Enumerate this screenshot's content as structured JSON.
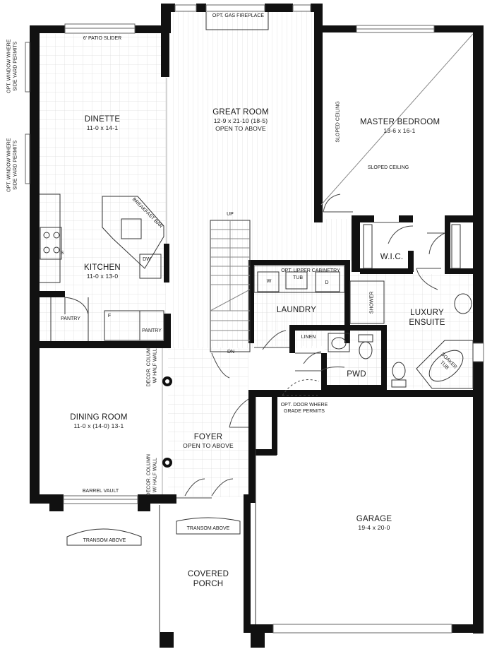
{
  "rooms": {
    "dinette": {
      "name": "DINETTE",
      "dim": "11-0 x 14-1"
    },
    "great": {
      "name": "GREAT ROOM",
      "dim": "12-9 x 21-10 (18-5)",
      "note": "OPEN TO ABOVE"
    },
    "master": {
      "name": "MASTER BEDROOM",
      "dim": "13-6 x 16-1"
    },
    "kitchen": {
      "name": "KITCHEN",
      "dim": "11-0 x 13-0"
    },
    "laundry": {
      "name": "LAUNDRY"
    },
    "wic": {
      "name": "W.I.C."
    },
    "ensuite": {
      "name1": "LUXURY",
      "name2": "ENSUITE"
    },
    "pwd": {
      "name": "PWD"
    },
    "dining": {
      "name": "DINING ROOM",
      "dim": "11-0 x (14-0) 13-1"
    },
    "foyer": {
      "name": "FOYER",
      "note": "OPEN TO ABOVE"
    },
    "garage": {
      "name": "GARAGE",
      "dim": "19-4 x 20-0"
    },
    "porch": {
      "name1": "COVERED",
      "name2": "PORCH"
    }
  },
  "notes": {
    "patio_slider": "6' PATIO SLIDER",
    "gas_fireplace": "OPT. GAS FIREPLACE",
    "sloped_ceiling_1": "SLOPED CEILING",
    "sloped_ceiling_2": "SLOPED CEILING",
    "opt_window_1a": "OPT. WINDOW WHERE",
    "opt_window_1b": "SIDE YARD PERMITS",
    "opt_window_2a": "OPT. WINDOW WHERE",
    "opt_window_2b": "SIDE YARD PERMITS",
    "breakfast_bar": "BREAKFAST BAR",
    "dw": "DW",
    "s": "S",
    "f": "F",
    "pantry_1": "PANTRY",
    "pantry_2": "PANTRY",
    "up": "UP",
    "dn": "DN",
    "upper_cabinetry": "OPT. UPPER CABINETRY",
    "washer": "W",
    "tub": "TUB",
    "dryer": "D",
    "shower": "SHOWER",
    "linen": "LINEN",
    "soaker_tub_1": "SOAKER",
    "soaker_tub_2": "TUB",
    "opt_door_1": "OPT. DOOR WHERE",
    "opt_door_2": "GRADE PERMITS",
    "decor_column_1a": "DECOR. COLUMN",
    "decor_column_1b": "W/ HALF WALL",
    "decor_column_2a": "DECOR. COLUMN",
    "decor_column_2b": "W/ HALF WALL",
    "barrel_vault": "BARREL VAULT",
    "transom_1": "TRANSOM ABOVE",
    "transom_2": "TRANSOM ABOVE"
  }
}
